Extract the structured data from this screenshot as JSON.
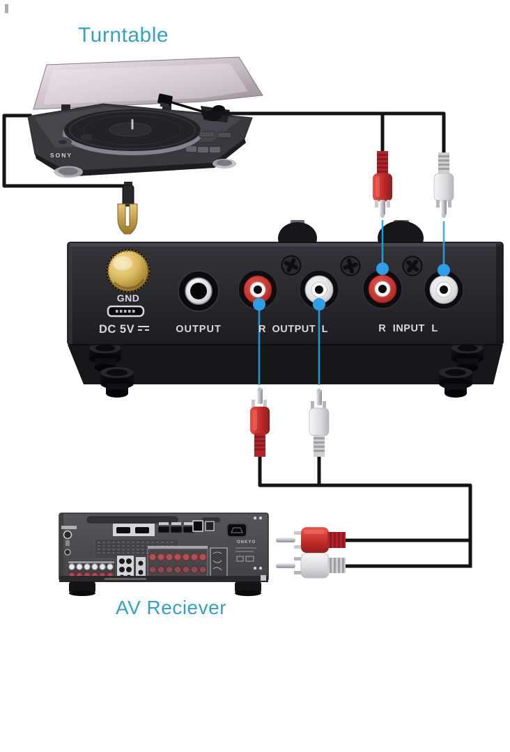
{
  "labels": {
    "turntable": "Turntable",
    "av_receiver": "AV Reciever"
  },
  "turntable": {
    "brand": "SONY"
  },
  "preamp": {
    "gnd_label": "GND",
    "dc_label": "DC 5V",
    "output_label": "OUTPUT",
    "rca_output_label": "R OUTPUT L",
    "rca_input_label": "R  INPUT  L"
  },
  "receiver": {
    "brand": "ONKYO"
  },
  "colors": {
    "label_teal": "#35a1c2",
    "marker_blue": "#2e9fe6",
    "cable_black": "#141414",
    "rca_red": "#c3342e",
    "rca_white": "#e9e9eb",
    "gold": "#d4af52"
  }
}
